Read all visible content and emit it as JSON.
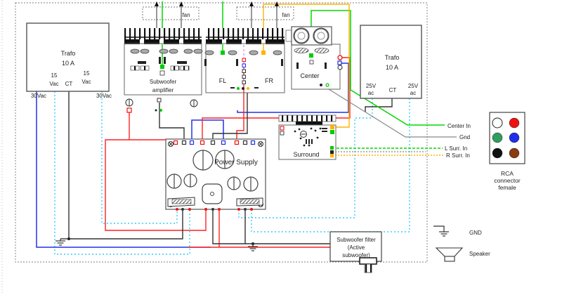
{
  "trafo_left": {
    "name_1": "Trafo",
    "name_2": "10 A",
    "v15_left": "15",
    "vac_left": "Vac",
    "ct": "CT",
    "v15_right": "15",
    "vac_right": "Vac",
    "v30_left": "30Vac",
    "v30_right": "30Vac"
  },
  "trafo_right": {
    "name_1": "Trafo",
    "name_2": "10 A",
    "v25_left": "25V",
    "ac_left": "ac",
    "ct": "CT",
    "v25_right": "25V",
    "ac_right": "ac"
  },
  "fans": {
    "fan1": "fan",
    "fan2": "fan"
  },
  "modules": {
    "subwoofer_amp_1": "Subwoofer",
    "subwoofer_amp_2": "amplifier",
    "fl": "FL",
    "fr": "FR",
    "center": "Center",
    "power_supply": "Power Supply",
    "surround": "Surround",
    "filter_1": "Subwoofer filter",
    "filter_2": "(Active",
    "filter_3": "subwoofer)"
  },
  "rca": {
    "title_1": "RCA",
    "title_2": "connector",
    "title_3": "female",
    "center_in": "Center In",
    "gnd": "Gnd",
    "l_surr": "L Surr. In",
    "r_surr": "R Surr. In",
    "jacks": [
      "#ffffff",
      "#ee1111",
      "#2f9e5e",
      "#1f2fe8",
      "#111111",
      "#8a3b12"
    ]
  },
  "legend": {
    "gnd": "GND",
    "speaker": "Speaker"
  },
  "colors": {
    "wire_blue": "#2231e8",
    "wire_cyan": "#35ccff",
    "wire_red": "#ff2222",
    "wire_black": "#333333",
    "wire_green": "#00d800",
    "wire_orange": "#ffb300",
    "wire_gray": "#888888",
    "wire_magenta": "#dd77ff",
    "terminal_green": "#00cc00",
    "terminal_orange": "#ffb300",
    "terminal_red": "#ee1111",
    "terminal_blue": "#1f2fe8"
  }
}
